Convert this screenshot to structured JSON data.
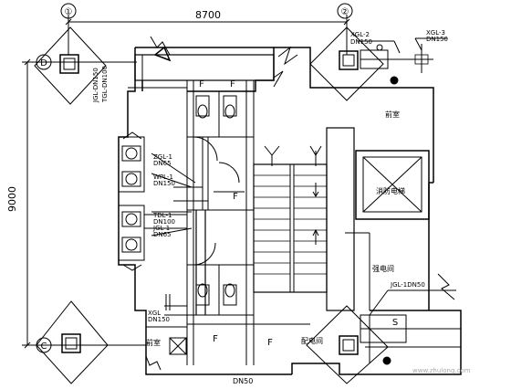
{
  "dimensions": {
    "horizontal": "8700",
    "vertical": "9000"
  },
  "axis_markers": {
    "axis_1": "①",
    "axis_2": "②",
    "axis_D": "D",
    "axis_C": "C"
  },
  "pipes_top_left": {
    "label_1": "JGL-DN150",
    "label_2": "TGL-DN100"
  },
  "pipes_top_right": {
    "xgl2": "XGL-2",
    "xgl2_dn": "DN150",
    "xgl3": "XGL-3",
    "xgl3_dn": "DN150"
  },
  "pipes_middle": {
    "zgl1": "ZGL-1",
    "zgl1_dn": "DN65",
    "wpl1": "WPL-1",
    "wpl1_dn": "DN150",
    "tdl1": "TDL-1",
    "tdl1_dn": "DN100",
    "jgl1": "JGL-1",
    "jgl1_dn": "DN65"
  },
  "pipes_bottom": {
    "xgl": "XGL",
    "xgl_dn": "DN150",
    "dn50": "DN50",
    "jgl_right": "JGL-1DN50"
  },
  "rooms": {
    "room_top_right": "前室",
    "fire_elevator": "消防电梯",
    "elec_room_right": "强电间",
    "elec_room_bottom": "配电间",
    "room_bottom_left": "前室"
  },
  "symbols": {
    "f": "F",
    "s": "S"
  },
  "watermark": "www.zhulong.com"
}
